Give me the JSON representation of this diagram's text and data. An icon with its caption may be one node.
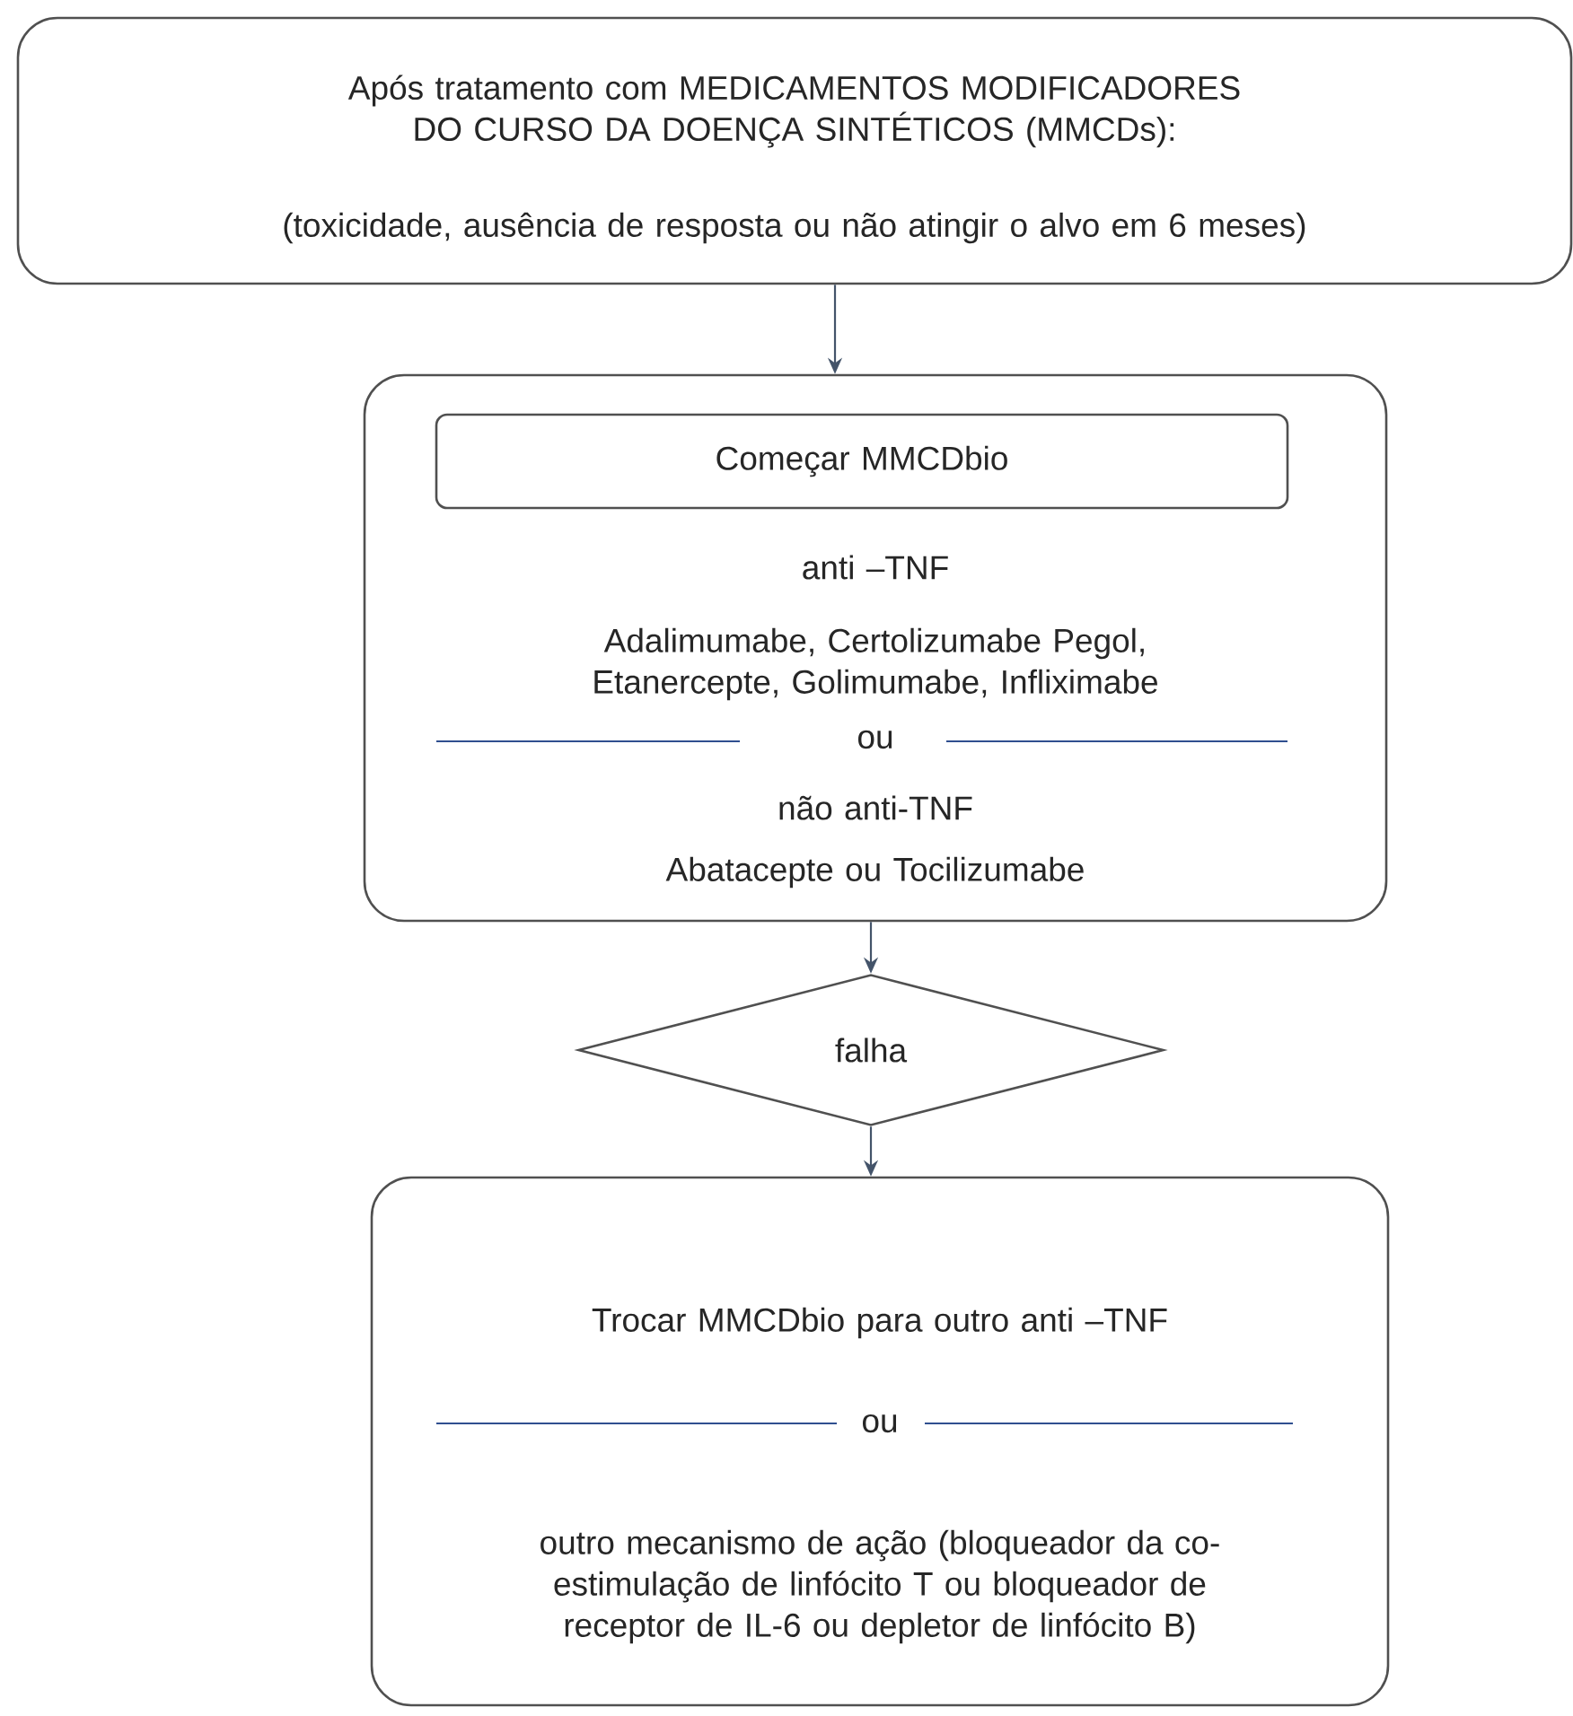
{
  "diagram": {
    "nodes": [
      {
        "text": [
          "Após tratamento com MEDICAMENTOS MODIFICADORES DO CURSO DA DOENÇA SINTÉTICOS (MMCDs):",
          "(toxicidade, ausência de resposta ou não atingir o alvo em 6 meses)"
        ]
      },
      {
        "text": [
          "anti –TNF",
          "Adalimumabe, Certolizumabe Pegol, Etanercepte, Golimumabe, Infliximabe",
          "ou",
          "não anti-TNF",
          "Abatacepte ou Tocilizumabe"
        ]
      },
      {
        "text": [
          "Começar MMCDbio"
        ],
        "in": 1
      },
      {
        "text": [
          "falha"
        ]
      },
      {
        "text": [
          "Trocar MMCDbio para outro anti –TNF",
          "ou",
          "outro mecanismo de ação (bloqueador da co-estimulação de linfócito T ou bloqueador de receptor de IL-6 ou depletor de linfócito B)"
        ]
      }
    ],
    "edges": [
      {
        "from": 0,
        "to": 1,
        "arrow": "to"
      },
      {
        "from": 1,
        "to": 3,
        "arrow": "to"
      },
      {
        "from": 3,
        "to": 4,
        "arrow": "to"
      }
    ]
  }
}
